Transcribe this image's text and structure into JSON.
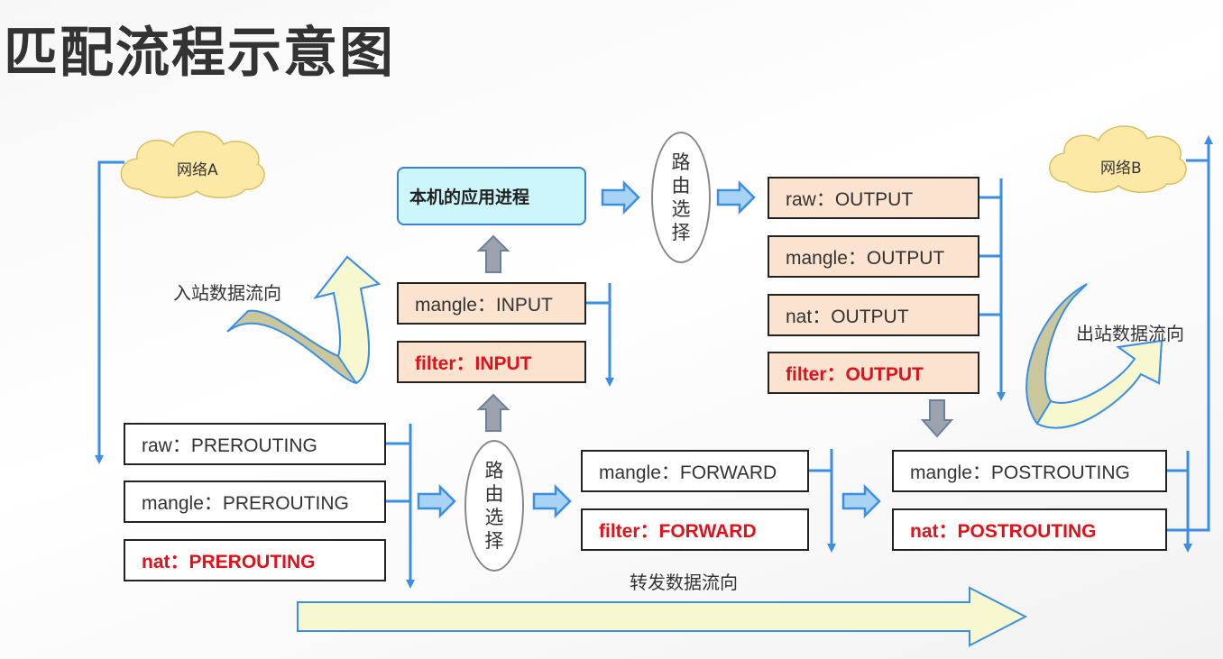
{
  "title": "匹配流程示意图",
  "clouds": {
    "network_a": "网络A",
    "network_b": "网络B"
  },
  "app_process": "本机的应用进程",
  "routing_label_chars": [
    "路",
    "由",
    "选",
    "择"
  ],
  "flow_labels": {
    "inbound": "入站数据流向",
    "outbound": "出站数据流向",
    "forward": "转发数据流向"
  },
  "chains": {
    "prerouting": [
      "raw：PREROUTING",
      "mangle：PREROUTING",
      "nat：PREROUTING"
    ],
    "input": [
      "mangle：INPUT",
      "filter：INPUT"
    ],
    "output": [
      "raw：OUTPUT",
      "mangle：OUTPUT",
      "nat：OUTPUT",
      "filter：OUTPUT"
    ],
    "forward": [
      "mangle：FORWARD",
      "filter：FORWARD"
    ],
    "postrouting": [
      "mangle：POSTROUTING",
      "nat：POSTROUTING"
    ]
  },
  "colors": {
    "line_blue": "#3a8ee6",
    "peach_fill": "#fbe3cf",
    "app_fill": "#cdf6fb",
    "highlight_red": "#e3101a",
    "flow_arrow_fill": "#f7f8cf",
    "curve_arrow_fill": "#c9c79b"
  }
}
